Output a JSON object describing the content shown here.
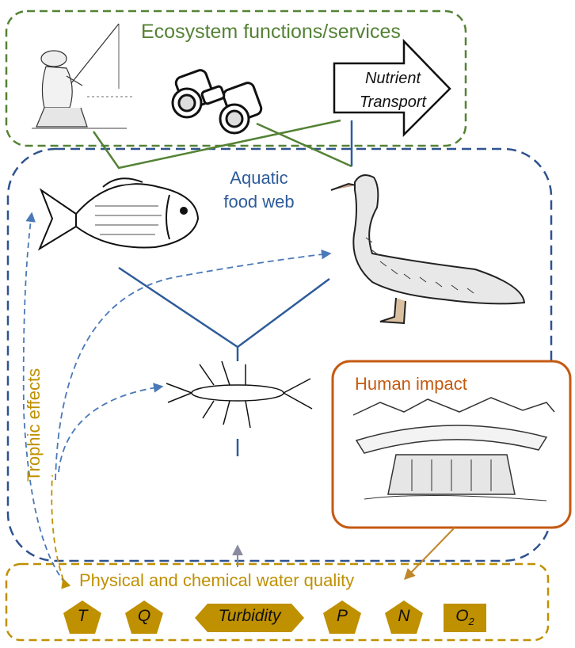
{
  "ecosystem": {
    "title": "Ecosystem functions/services"
  },
  "nutrient": {
    "line1": "Nutrient",
    "line2": "Transport"
  },
  "foodweb": {
    "line1": "Aquatic",
    "line2": "food web"
  },
  "trophic": {
    "label": "Trophic effects"
  },
  "human": {
    "title": "Human impact"
  },
  "water": {
    "title": "Physical and chemical water quality",
    "params": [
      "T",
      "Q",
      "Turbidity",
      "P",
      "N",
      "O"
    ],
    "o2_sub": "2"
  },
  "colors": {
    "ecosystem": "#548235",
    "foodweb": "#2e5c9a",
    "human": "#c55a11",
    "water": "#bf9000",
    "trophic_arrow": "#4a79b8"
  },
  "icons": [
    "fisherman-illustration",
    "binoculars-icon",
    "fish-illustration",
    "duck-illustration",
    "stonefly-illustration",
    "dam-illustration"
  ]
}
